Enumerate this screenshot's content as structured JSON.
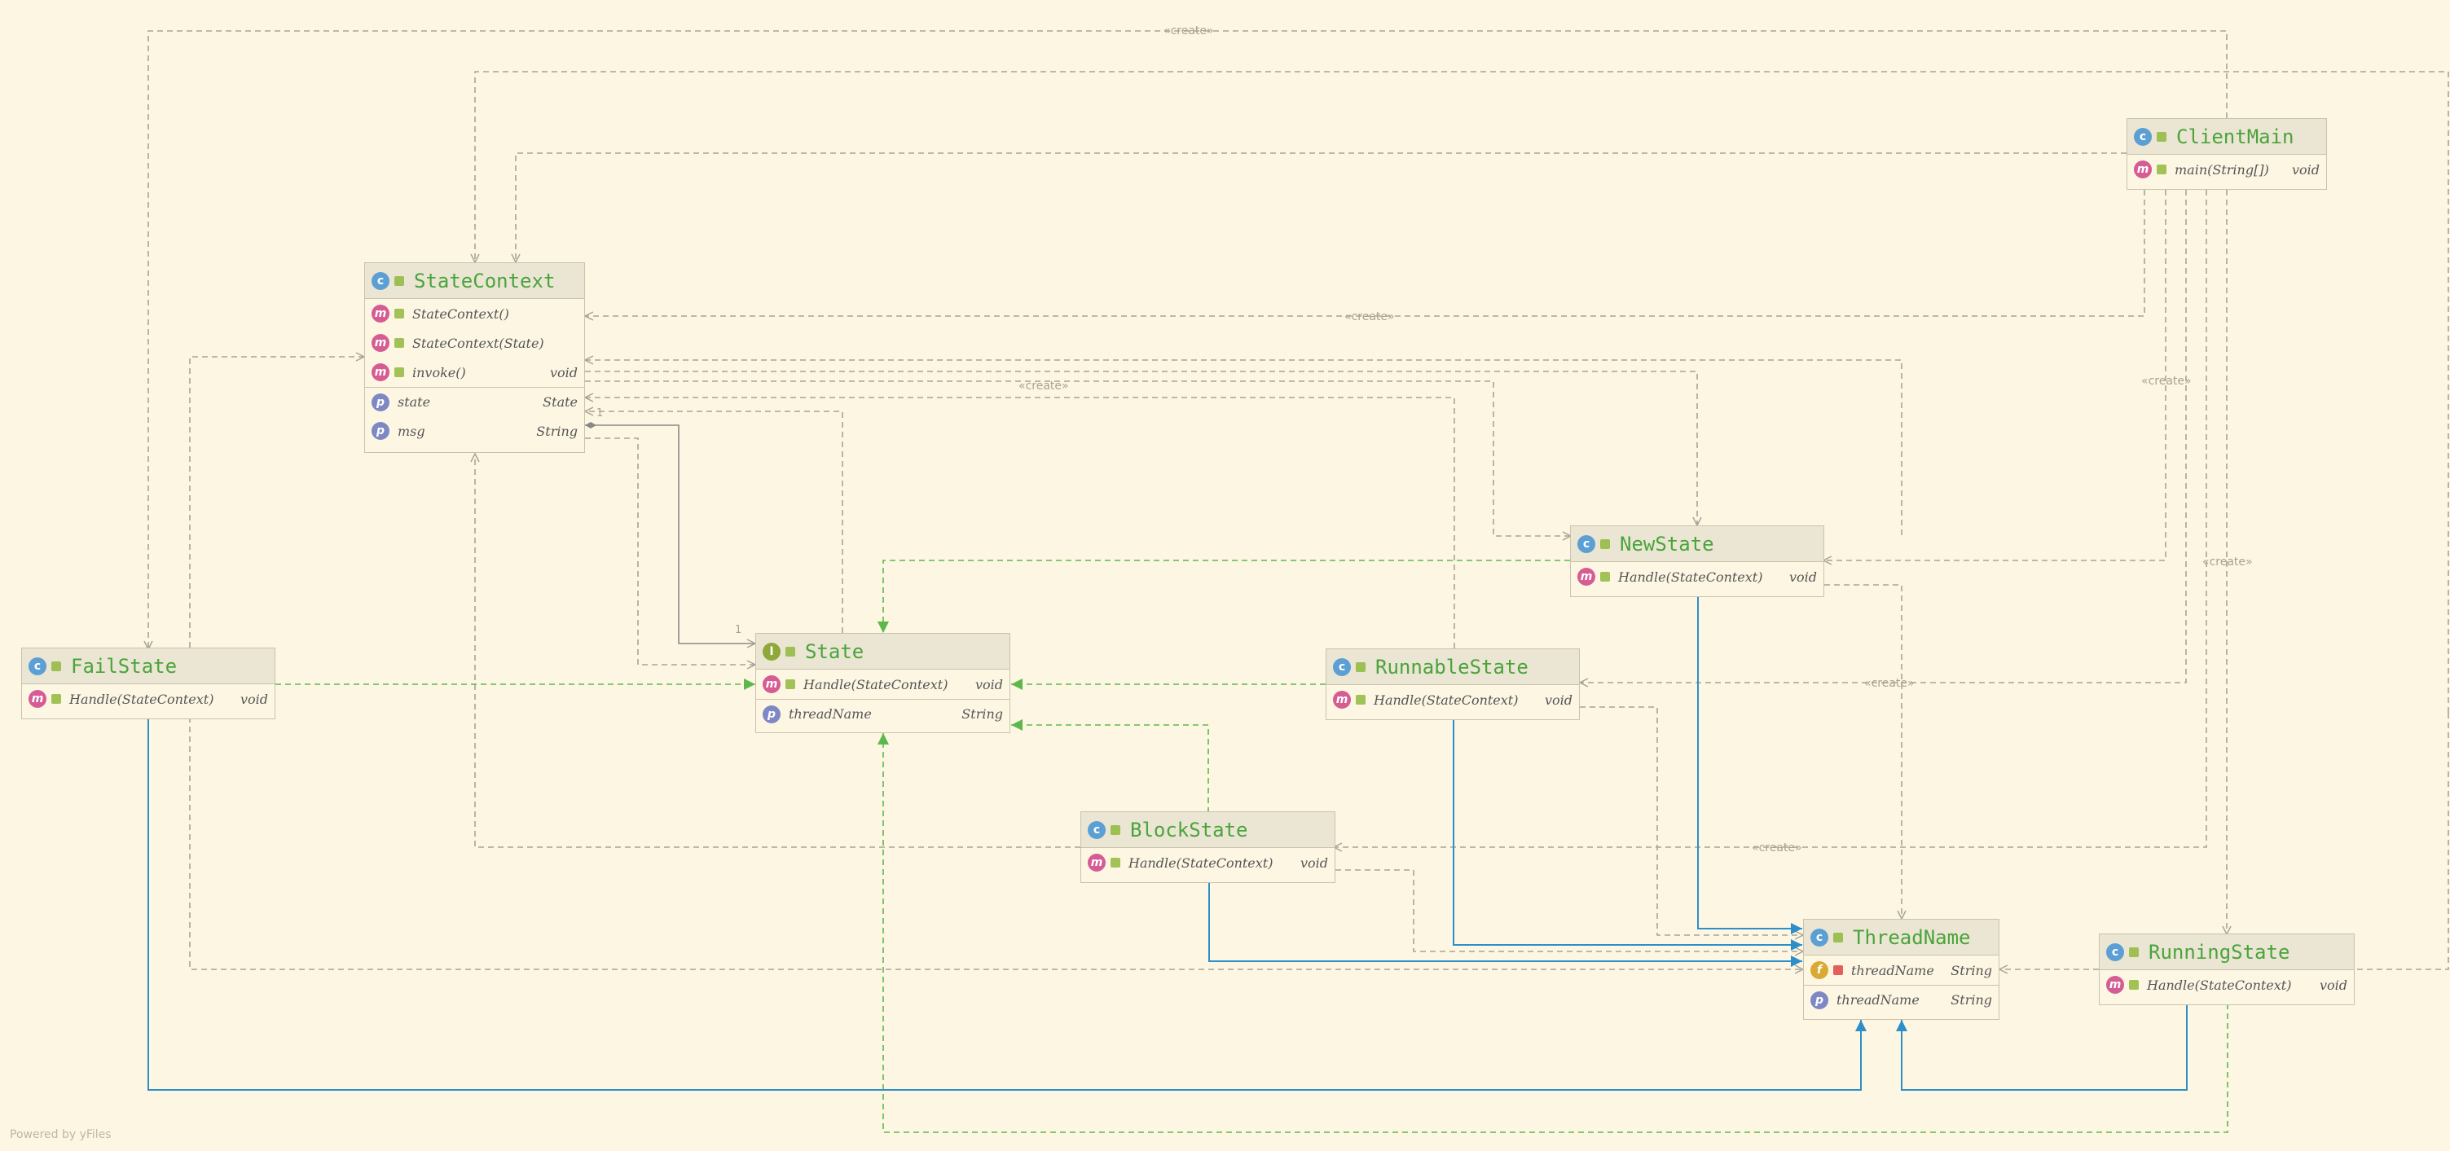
{
  "footer": "Powered by yFiles",
  "edge_labels": {
    "create": "«create»",
    "multiplicity_1": "1"
  },
  "classes": {
    "client_main": {
      "name": "ClientMain",
      "kind": "class",
      "methods": [
        {
          "sig": "main(String[])",
          "type": "void"
        }
      ]
    },
    "state_context": {
      "name": "StateContext",
      "kind": "class",
      "methods": [
        {
          "sig": "StateContext()",
          "type": ""
        },
        {
          "sig": "StateContext(State)",
          "type": ""
        },
        {
          "sig": "invoke()",
          "type": "void"
        }
      ],
      "properties": [
        {
          "name": "state",
          "type": "State"
        },
        {
          "name": "msg",
          "type": "String"
        }
      ]
    },
    "state": {
      "name": "State",
      "kind": "interface",
      "methods": [
        {
          "sig": "Handle(StateContext)",
          "type": "void"
        }
      ],
      "properties": [
        {
          "name": "threadName",
          "type": "String"
        }
      ]
    },
    "new_state": {
      "name": "NewState",
      "kind": "class",
      "methods": [
        {
          "sig": "Handle(StateContext)",
          "type": "void"
        }
      ]
    },
    "fail_state": {
      "name": "FailState",
      "kind": "class",
      "methods": [
        {
          "sig": "Handle(StateContext)",
          "type": "void"
        }
      ]
    },
    "runnable_state": {
      "name": "RunnableState",
      "kind": "class",
      "methods": [
        {
          "sig": "Handle(StateContext)",
          "type": "void"
        }
      ]
    },
    "block_state": {
      "name": "BlockState",
      "kind": "class",
      "methods": [
        {
          "sig": "Handle(StateContext)",
          "type": "void"
        }
      ]
    },
    "thread_name": {
      "name": "ThreadName",
      "kind": "class",
      "fields": [
        {
          "name": "threadName",
          "type": "String"
        }
      ],
      "properties": [
        {
          "name": "threadName",
          "type": "String"
        }
      ]
    },
    "running_state": {
      "name": "RunningState",
      "kind": "class",
      "methods": [
        {
          "sig": "Handle(StateContext)",
          "type": "void"
        }
      ]
    }
  },
  "colors": {
    "background": "#fdf6e3",
    "dependency": "#a8a398",
    "realization": "#5cb84a",
    "association": "#2d8fc9",
    "title": "#4aa43b"
  }
}
